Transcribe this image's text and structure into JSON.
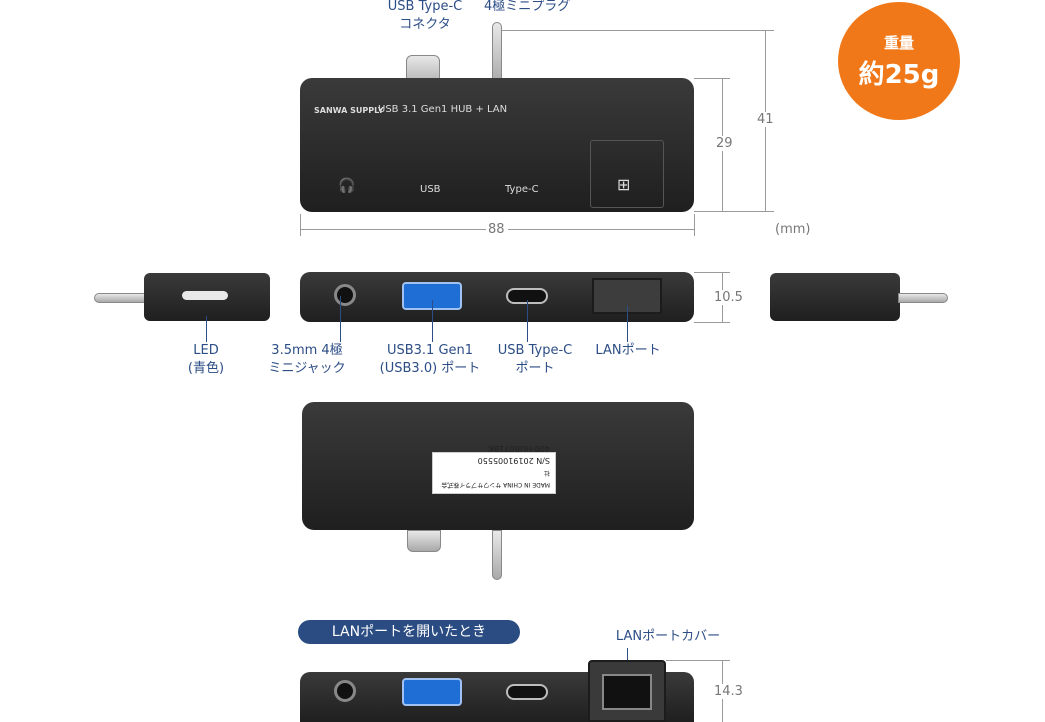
{
  "top_view": {
    "label_type_c": [
      "USB Type-C",
      "コネクタ"
    ],
    "label_plug": "4極ミニプラグ",
    "brand": "SANWA SUPPLY",
    "model_text": "USB 3.1 Gen1 HUB + LAN",
    "port_labels": [
      "USB",
      "Type-C"
    ],
    "dim_width": "88",
    "dim_body_height": "29",
    "dim_total_height": "41",
    "unit": "(mm)"
  },
  "badge": {
    "line1": "重量",
    "line2": "約25g"
  },
  "side_view": {
    "labels": [
      [
        "LED",
        "(青色)"
      ],
      [
        "3.5mm 4極",
        "ミニジャック"
      ],
      [
        "USB3.1 Gen1",
        "(USB3.0) ポート"
      ],
      [
        "USB Type-C",
        "ポート"
      ],
      [
        "LANポート"
      ]
    ],
    "dim_thickness": "10.5"
  },
  "bottom_view": {
    "sticker_lines": [
      "MADE IN CHINA サンワサプライ株式会社",
      "S/N 20191005550",
      "400-HUB071BK"
    ]
  },
  "open_view": {
    "pill_label": "LANポートを開いたとき",
    "cover_label": "LANポートカバー",
    "dim_thickness": "14.3"
  },
  "colors": {
    "accent_orange": "#f07818",
    "label_blue": "#2c4d86",
    "usb_blue": "#1e6ed6"
  }
}
